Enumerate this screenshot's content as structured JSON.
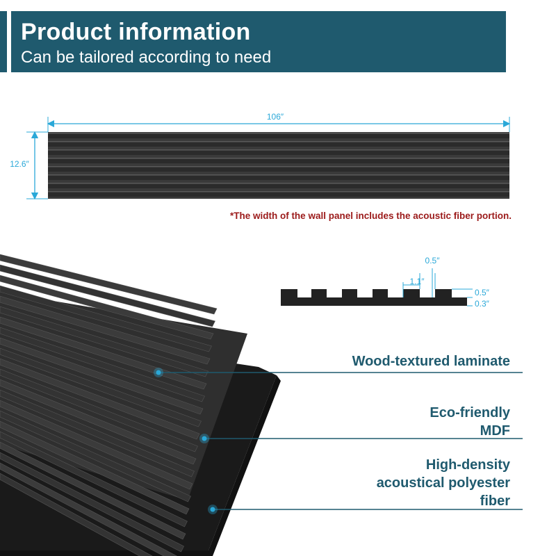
{
  "header": {
    "title": "Product information",
    "subtitle": "Can be tailored according to need"
  },
  "dimensions": {
    "width_label": "106″",
    "height_label": "12.6″"
  },
  "note": "*The width of the wall panel includes the acoustic fiber portion.",
  "profile": {
    "slat_gap": "0.5″",
    "slat_width": "1.1″",
    "slat_height": "0.5″",
    "base_thickness": "0.3″"
  },
  "layers": {
    "laminate": "Wood-textured laminate",
    "mdf_line1": "Eco-friendly",
    "mdf_line2": "MDF",
    "fiber_line1": "High-density",
    "fiber_line2": "acoustical polyester",
    "fiber_line3": "fiber"
  },
  "colors": {
    "brand": "#1f5a6e",
    "dimension": "#2aa8d8",
    "note": "#9b1a1a",
    "panel": "#2b2b2b"
  }
}
